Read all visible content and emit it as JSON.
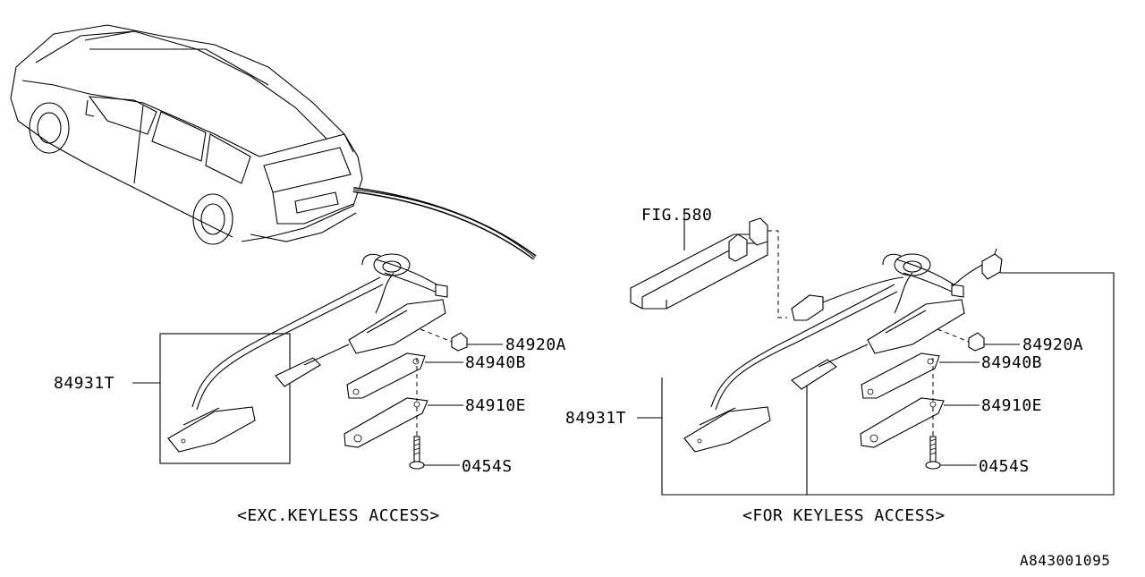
{
  "figure_ref": "FIG.580",
  "diagram_id": "A843001095",
  "left_group": {
    "caption": "<EXC.KEYLESS ACCESS>",
    "parts": {
      "harness": "84931T",
      "bulb": "84920A",
      "lens": "84940B",
      "housing": "84910E",
      "screw": "0454S"
    }
  },
  "right_group": {
    "caption": "<FOR KEYLESS ACCESS>",
    "parts": {
      "harness": "84931T",
      "bulb": "84920A",
      "lens": "84940B",
      "housing": "84910E",
      "screw": "0454S"
    }
  }
}
